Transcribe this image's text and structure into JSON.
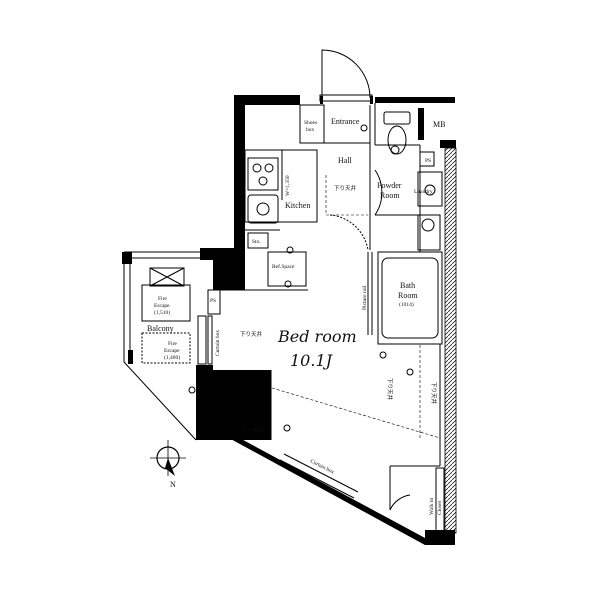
{
  "rooms": {
    "entrance": "Entrance",
    "shoes_box_1": "Shoes",
    "shoes_box_2": "box",
    "hall": "Hall",
    "powder_room_1": "Powder",
    "powder_room_2": "Room",
    "laundry": "Laundry",
    "kitchen": "Kitchen",
    "kitchen_width": "W=1,350",
    "sto": "Sto.",
    "ref_space": "Ref.Space",
    "bath_room_1": "Bath",
    "bath_room_2": "Room",
    "bath_size": "(1014)",
    "picture_rail": "Picture rail",
    "balcony": "Balcony",
    "fire_escape_1_line1": "Fire",
    "fire_escape_1_line2": "Escape",
    "fire_escape_1_size": "(1,510)",
    "fire_escape_2_line1": "Fire",
    "fire_escape_2_line2": "Escape",
    "fire_escape_2_size": "(1,400)",
    "curtain_box_left": "Curtain box",
    "curtain_box_bottom": "Curtain box",
    "bed_room": "Bed room",
    "bed_room_area": "10.1J",
    "walk_in_closet_1": "Walk in",
    "walk_in_closet_2": "Closet",
    "mb": "MB",
    "ps_1": "PS",
    "ps_2": "PS",
    "ceiling_drop_1": "下り天井",
    "ceiling_drop_2": "下り天井",
    "ceiling_drop_3": "下り天井",
    "ceiling_drop_4": "下り天井"
  },
  "compass": {
    "north": "N"
  }
}
